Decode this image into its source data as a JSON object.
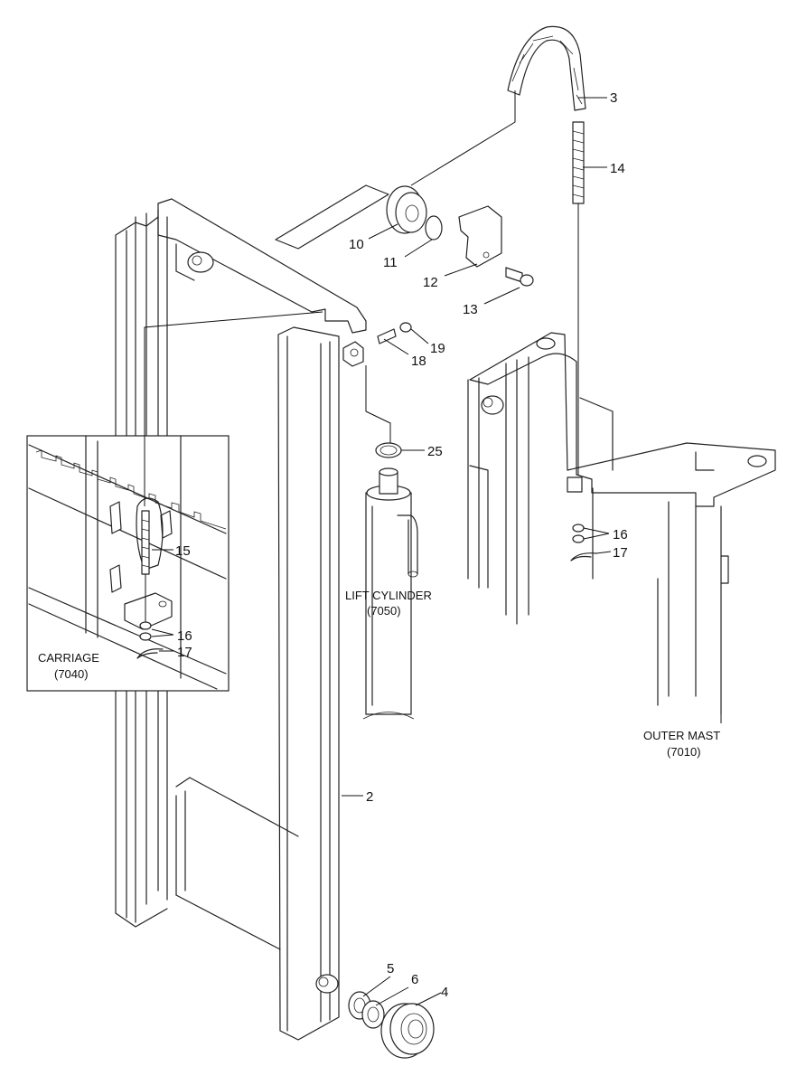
{
  "callouts": {
    "c3": "3",
    "c14": "14",
    "c10": "10",
    "c11": "11",
    "c12": "12",
    "c13": "13",
    "c19": "19",
    "c18": "18",
    "c25": "25",
    "c15": "15",
    "c16a": "16",
    "c17a": "17",
    "c16b": "16",
    "c17b": "17",
    "c2": "2",
    "c5": "5",
    "c6": "6",
    "c4": "4"
  },
  "captions": {
    "lift_cylinder": "LIFT CYLINDER",
    "lift_cylinder_code": "(7050)",
    "carriage": "CARRIAGE",
    "carriage_code": "(7040)",
    "outer_mast": "OUTER MAST",
    "outer_mast_code": "(7010)"
  }
}
